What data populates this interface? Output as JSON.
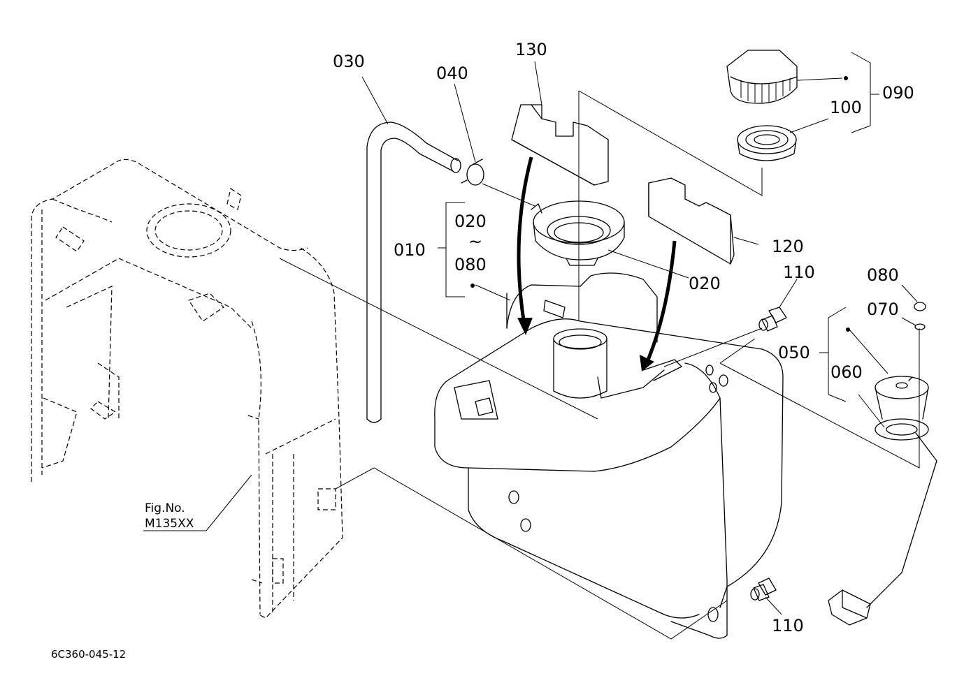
{
  "parts": {
    "p010": "010",
    "p020": "020",
    "p020_range": "020",
    "tilde": "~",
    "p080_range": "080",
    "p030": "030",
    "p040": "040",
    "p050": "050",
    "p060": "060",
    "p070": "070",
    "p080": "080",
    "p090": "090",
    "p100": "100",
    "p110_top": "110",
    "p110_bottom": "110",
    "p120": "120",
    "p130": "130"
  },
  "reference": {
    "fig_label": "Fig.No.",
    "fig_number": "M135XX"
  },
  "drawing_code": "6C360-045-12"
}
